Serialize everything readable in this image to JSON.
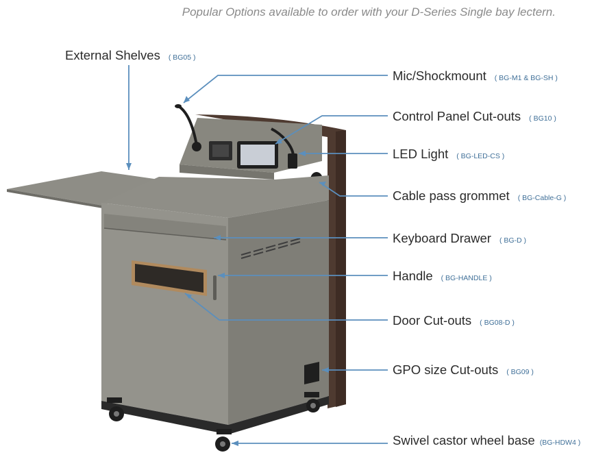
{
  "header": {
    "text": "Popular Options available to order with your D-Series Single bay lectern."
  },
  "options": [
    {
      "name": "External Shelves",
      "code": "( BG05 )"
    },
    {
      "name": "Mic/Shockmount",
      "code": "( BG-M1 & BG-SH )"
    },
    {
      "name": "Control Panel Cut-outs",
      "code": "( BG10 )"
    },
    {
      "name": "LED Light",
      "code": "( BG-LED-CS )"
    },
    {
      "name": "Cable pass grommet",
      "code": "( BG-Cable-G )"
    },
    {
      "name": "Keyboard Drawer",
      "code": "( BG-D )"
    },
    {
      "name": "Handle",
      "code": "( BG-HANDLE )"
    },
    {
      "name": "Door Cut-outs",
      "code": "( BG08-D )"
    },
    {
      "name": "GPO size Cut-outs",
      "code": "( BG09 )"
    },
    {
      "name": "Swivel castor wheel base",
      "code": "(BG-HDW4 )"
    }
  ],
  "colors": {
    "leader_line": "#5b8fbd",
    "code_text": "#3f6f98",
    "body_grey": "#8b8a83",
    "wood": "#4e3a30"
  }
}
